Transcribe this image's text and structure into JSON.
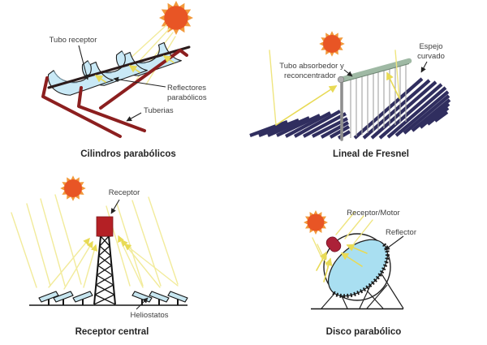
{
  "panels": {
    "trough": {
      "caption": "Cilindros parabólicos",
      "label_tubo_receptor": "Tubo receptor",
      "label_reflectores_1": "Reflectores",
      "label_reflectores_2": "parabólicos",
      "label_tuberias": "Tuberias"
    },
    "fresnel": {
      "caption": "Lineal de Fresnel",
      "label_tubo_1": "Tubo absorbedor y",
      "label_tubo_2": "reconcentrador",
      "label_espejo_1": "Espejo",
      "label_espejo_2": "curvado"
    },
    "tower": {
      "caption": "Receptor central",
      "label_receptor": "Receptor",
      "label_heliostatos": "Heliostatos"
    },
    "dish": {
      "caption": "Disco parabólico",
      "label_receptor_motor": "Receptor/Motor",
      "label_reflector": "Reflector"
    }
  },
  "colors": {
    "background": "#ffffff",
    "sun_core": "#e85525",
    "sun_rays": "#f2993b",
    "light_ray_yellow": "#f2eb9b",
    "arrow_yellow": "#e8da55",
    "trough_blue": "#c9e9f6",
    "pipe_maroon": "#8c1f1f",
    "fresnel_navy": "#302e5f",
    "fresnel_tube_green": "#9fb9a4",
    "receiver_red": "#b42025",
    "dish_blue": "#a9dff1",
    "dish_receiver_red": "#ac2138",
    "label_text": "#3e3e3e",
    "caption_text": "#262626"
  }
}
